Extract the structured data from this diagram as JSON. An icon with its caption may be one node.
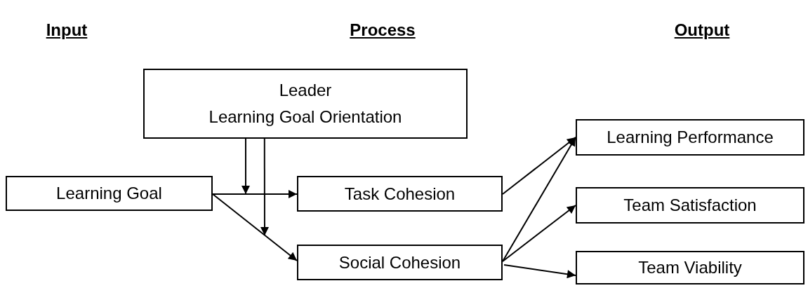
{
  "diagram": {
    "nodes": [
      {
        "text": [
          "Leader",
          "Learning Goal Orientation"
        ]
      },
      {
        "text": [
          "Learning Goal"
        ]
      },
      {
        "text": [
          "Task Cohesion"
        ]
      },
      {
        "text": [
          "Social Cohesion"
        ]
      },
      {
        "text": [
          "Learning Performance"
        ]
      },
      {
        "text": [
          "Team Satisfaction"
        ]
      },
      {
        "text": [
          "Team Viability"
        ]
      }
    ],
    "edges": [
      {
        "from": 1,
        "to": 2,
        "arrow": "to"
      },
      {
        "from": 1,
        "to": 3,
        "arrow": "to"
      },
      {
        "from": 0,
        "to": null,
        "arrow": "to"
      },
      {
        "from": 0,
        "to": null,
        "arrow": "to"
      },
      {
        "from": 2,
        "to": 4,
        "arrow": "to"
      },
      {
        "from": 3,
        "to": 4,
        "arrow": "to"
      },
      {
        "from": 3,
        "to": 5,
        "arrow": "to"
      },
      {
        "from": 3,
        "to": 6,
        "arrow": "to"
      }
    ],
    "labels": [
      "Input",
      "Process",
      "Output"
    ]
  }
}
